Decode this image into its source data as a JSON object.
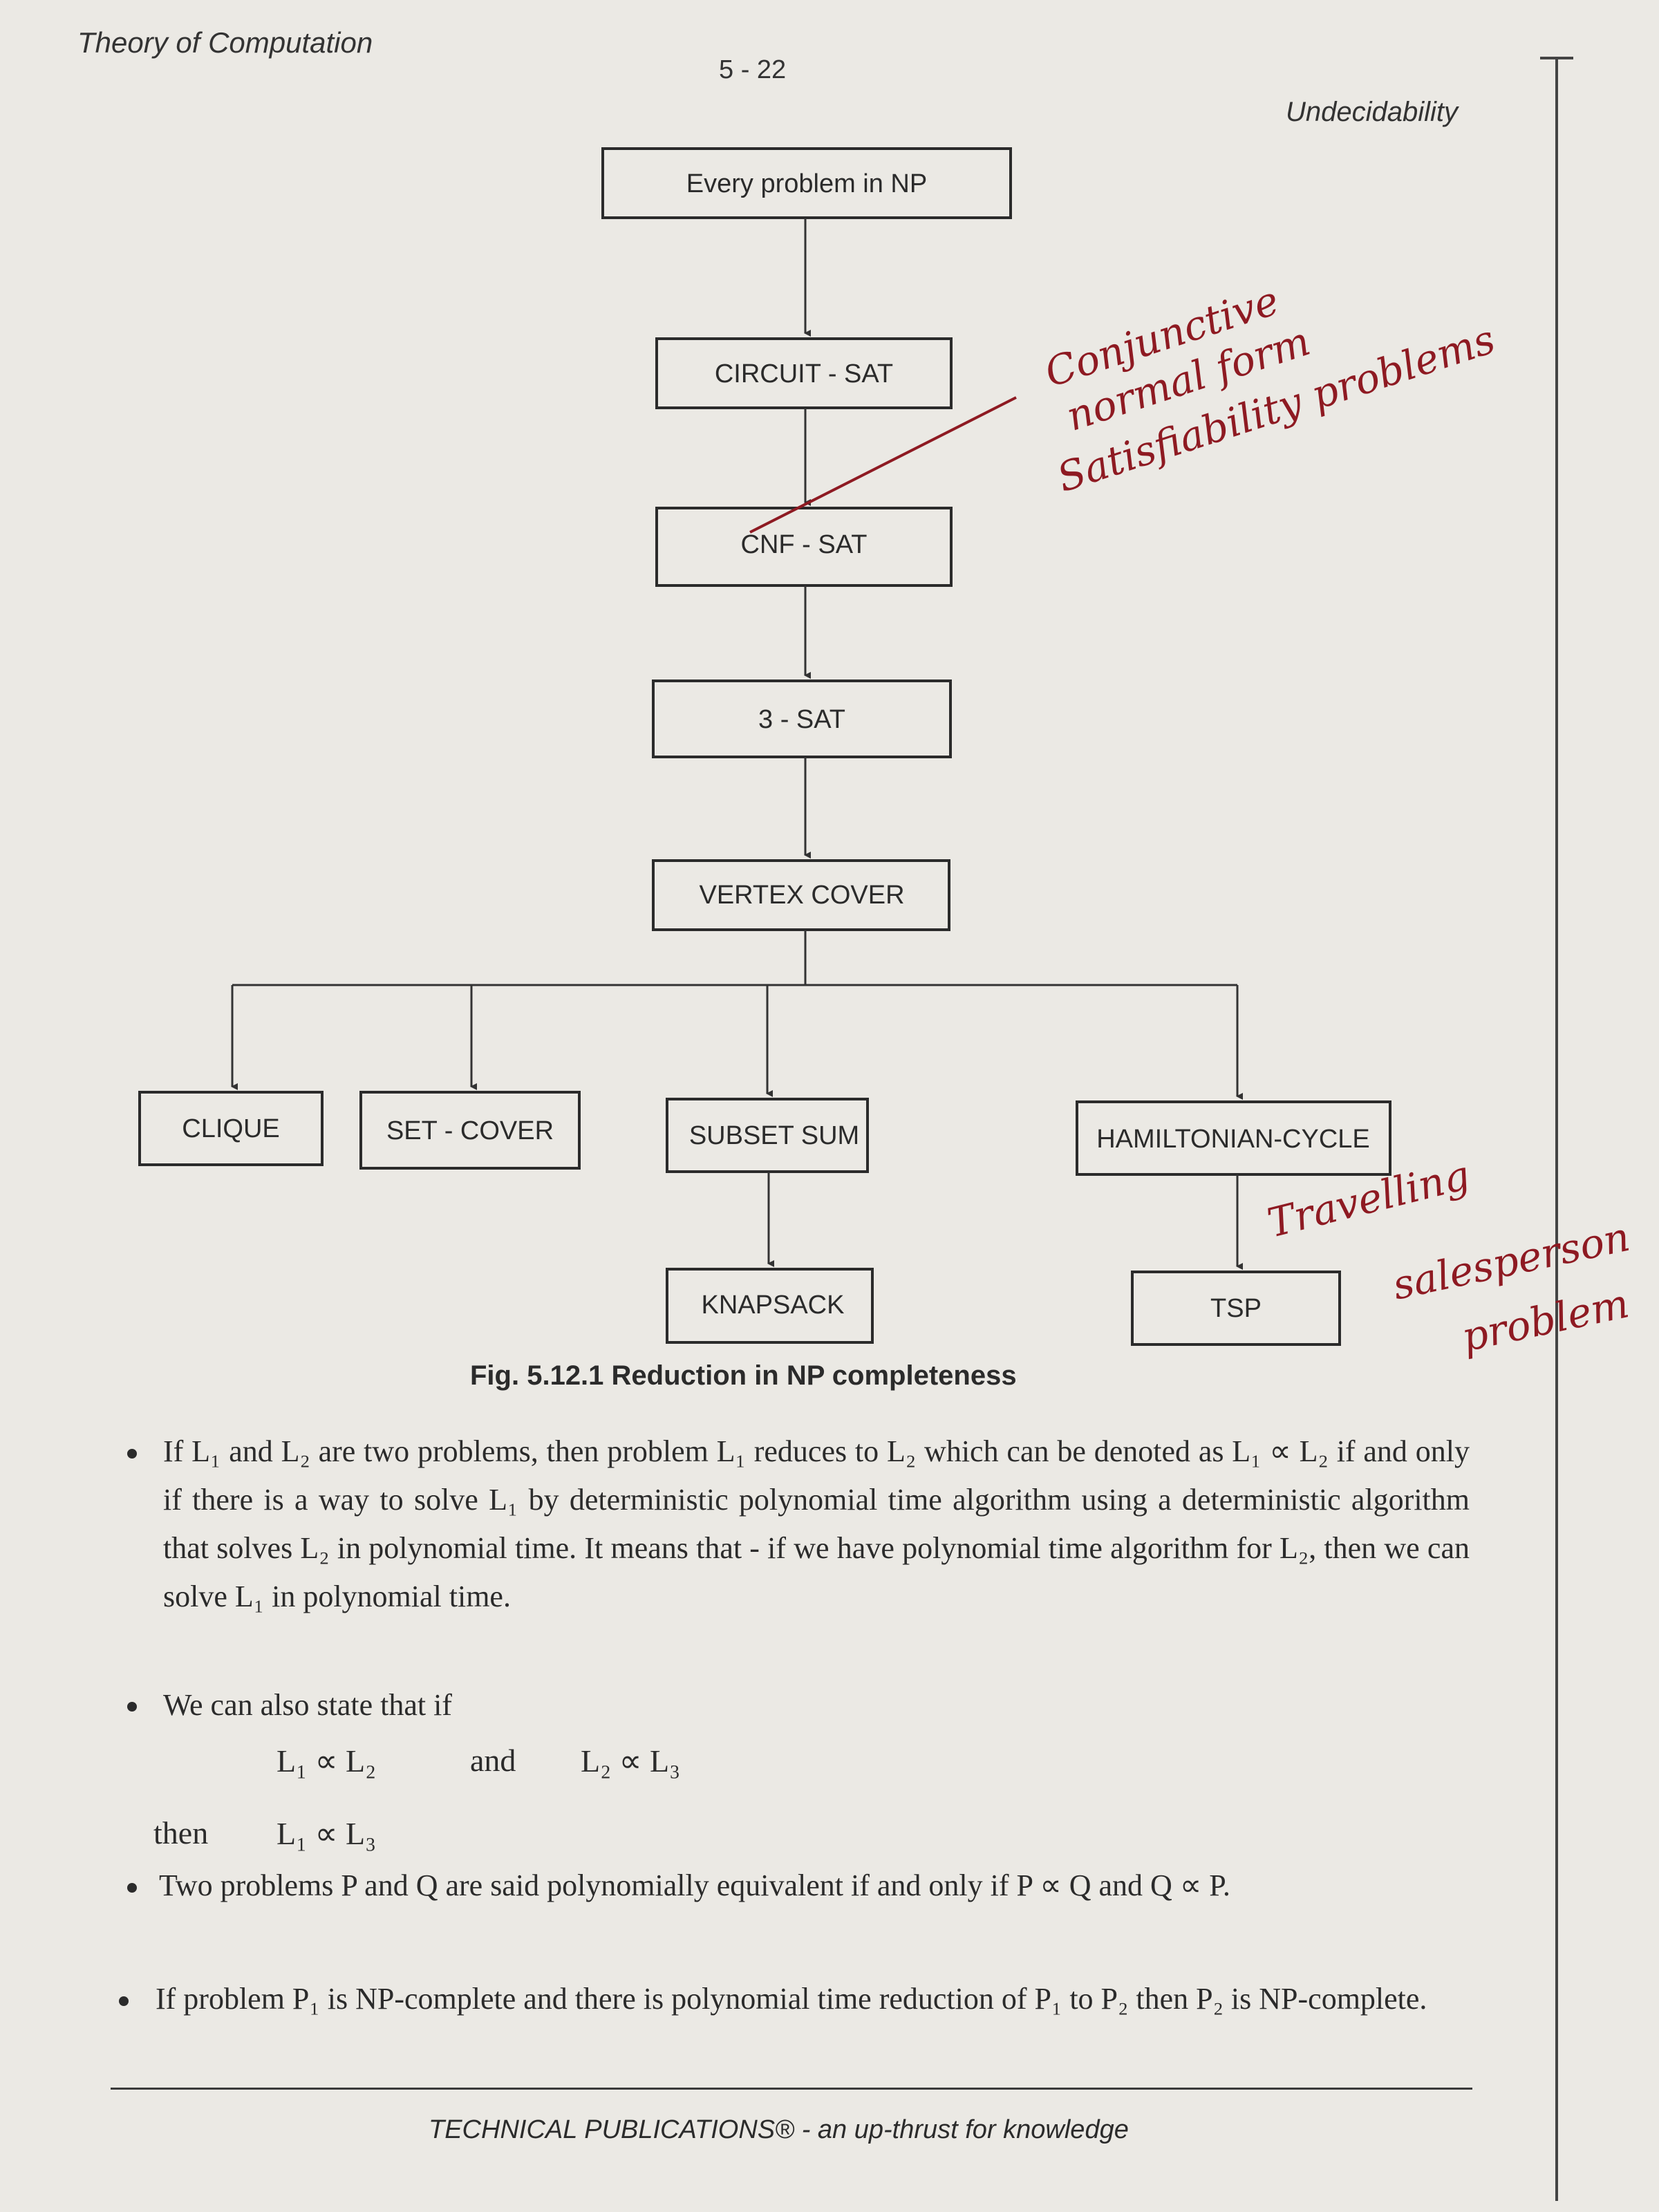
{
  "header": {
    "left": "Theory of Computation",
    "center": "5 - 22",
    "right": "Undecidability"
  },
  "diagram": {
    "nodes": {
      "np": "Every problem in NP",
      "circuit_sat": "CIRCUIT - SAT",
      "cnf_sat": "CNF - SAT",
      "three_sat": "3 - SAT",
      "vertex_cover": "VERTEX COVER",
      "clique": "CLIQUE",
      "set_cover": "SET - COVER",
      "subset_sum": "SUBSET SUM",
      "ham_cycle": "HAMILTONIAN-CYCLE",
      "knapsack": "KNAPSACK",
      "tsp": "TSP"
    },
    "annotations": {
      "cnf_line1": "Conjunctive",
      "cnf_line2": "normal form",
      "cnf_line3": "Satisfiability problems",
      "tsp_line1": "Travelling",
      "tsp_line2": "salesperson",
      "tsp_line3": "problem"
    }
  },
  "caption": "Fig. 5.12.1 Reduction in NP completeness",
  "paragraphs": {
    "p1": "If L₁ and L₂ are two problems, then problem L₁ reduces to L₂ which can be denoted as L₁ ∝ L₂ if and only if there is a way to solve L₁ by deterministic polynomial time algorithm using a deterministic algorithm that solves L₂ in polynomial time. It means that - if we have polynomial time algorithm for L₂, then we can solve L₁ in polynomial time.",
    "p2": "We can also state that if",
    "math1": "L₁ ∝ L₂",
    "math_and": "and",
    "math2": "L₂ ∝ L₃",
    "then_word": "then",
    "math3": "L₁ ∝ L₃",
    "p3": "Two problems P and Q are said polynomially equivalent if and only if P ∝ Q and Q ∝ P.",
    "p4": "If problem P₁ is NP-complete and there is polynomial time reduction of P₁ to P₂ then P₂ is NP-complete."
  },
  "footer": "TECHNICAL PUBLICATIONS® - an up-thrust for knowledge"
}
